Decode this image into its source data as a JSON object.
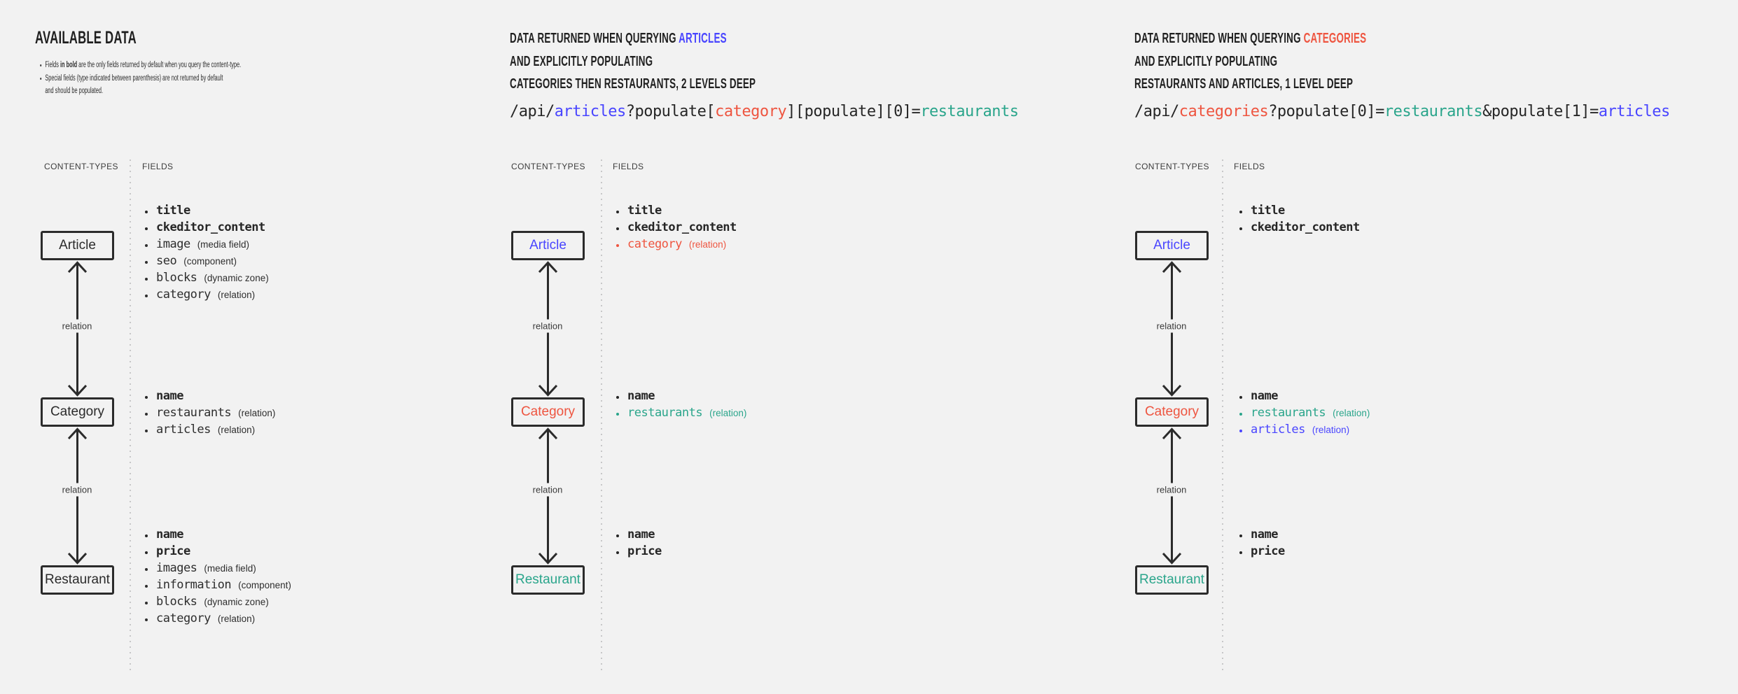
{
  "background": "#f2f2f2",
  "notes_panel": {
    "title": "AVAILABLE DATA",
    "note1_pre": "Fields ",
    "note1_bold": "in bold",
    "note1_post": " are the only fields returned by default when you query the content-type.",
    "note2_line1": "Special fields (type indicated between parenthesis) are not returned by default",
    "note2_line2": "and should be populated."
  },
  "panels": [
    {
      "heading": {
        "line1_pre": "DATA RETURNED WHEN QUERYING ",
        "line1_highlight": "ARTICLES",
        "line1_highlight_color": "#4945ff",
        "line2": "AND EXPLICITLY POPULATING",
        "line3": "CATEGORIES THEN RESTAURANTS, 2 LEVELS DEEP"
      },
      "code": [
        {
          "text": "/api/",
          "color": "#262626"
        },
        {
          "text": "articles",
          "color": "#4945ff"
        },
        {
          "text": "?populate[",
          "color": "#262626"
        },
        {
          "text": "category",
          "color": "#ee5540"
        },
        {
          "text": "][populate][0]=",
          "color": "#262626"
        },
        {
          "text": "restaurants",
          "color": "#2aa58b"
        }
      ]
    },
    {
      "heading": {
        "line1_pre": "DATA RETURNED WHEN QUERYING ",
        "line1_highlight": "CATEGORIES",
        "line1_highlight_color": "#ee5540",
        "line2": "AND EXPLICITLY POPULATING",
        "line3": "RESTAURANTS AND ARTICLES, 1 LEVEL DEEP"
      },
      "code": [
        {
          "text": "/api/",
          "color": "#262626"
        },
        {
          "text": "categories",
          "color": "#ee5540"
        },
        {
          "text": "?populate[0]=",
          "color": "#262626"
        },
        {
          "text": "restaurants",
          "color": "#2aa58b"
        },
        {
          "text": "&populate[1]=",
          "color": "#262626"
        },
        {
          "text": "articles",
          "color": "#4945ff"
        }
      ]
    }
  ],
  "diagrams": [
    {
      "content_types_label": "CONTENT-TYPES",
      "fields_label": "FIELDS",
      "relation_labels": [
        "relation",
        "relation"
      ],
      "nodes": [
        {
          "label": "Article",
          "color": "#2b2b2b",
          "fields": [
            {
              "name": "title",
              "type": "",
              "color": "#262626",
              "weight": "700"
            },
            {
              "name": "ckeditor_content",
              "type": "",
              "color": "#262626",
              "weight": "700"
            },
            {
              "name": "image",
              "type": "(media field)",
              "color": "#2e2e2e",
              "weight": "400"
            },
            {
              "name": "seo",
              "type": "(component)",
              "color": "#2e2e2e",
              "weight": "400"
            },
            {
              "name": "blocks",
              "type": "(dynamic zone)",
              "color": "#2e2e2e",
              "weight": "400"
            },
            {
              "name": "category",
              "type": "(relation)",
              "color": "#2e2e2e",
              "weight": "400"
            }
          ]
        },
        {
          "label": "Category",
          "color": "#2b2b2b",
          "fields": [
            {
              "name": "name",
              "type": "",
              "color": "#262626",
              "weight": "700"
            },
            {
              "name": "restaurants",
              "type": "(relation)",
              "color": "#2e2e2e",
              "weight": "400"
            },
            {
              "name": "articles",
              "type": "(relation)",
              "color": "#2e2e2e",
              "weight": "400"
            }
          ]
        },
        {
          "label": "Restaurant",
          "color": "#2b2b2b",
          "fields": [
            {
              "name": "name",
              "type": "",
              "color": "#262626",
              "weight": "700"
            },
            {
              "name": "price",
              "type": "",
              "color": "#262626",
              "weight": "700"
            },
            {
              "name": "images",
              "type": "(media field)",
              "color": "#2e2e2e",
              "weight": "400"
            },
            {
              "name": "information",
              "type": "(component)",
              "color": "#2e2e2e",
              "weight": "400"
            },
            {
              "name": "blocks",
              "type": "(dynamic zone)",
              "color": "#2e2e2e",
              "weight": "400"
            },
            {
              "name": "category",
              "type": "(relation)",
              "color": "#2e2e2e",
              "weight": "400"
            }
          ]
        }
      ]
    },
    {
      "content_types_label": "CONTENT-TYPES",
      "fields_label": "FIELDS",
      "relation_labels": [
        "relation",
        "relation"
      ],
      "nodes": [
        {
          "label": "Article",
          "color": "#4945ff",
          "fields": [
            {
              "name": "title",
              "type": "",
              "color": "#262626",
              "weight": "700"
            },
            {
              "name": "ckeditor_content",
              "type": "",
              "color": "#262626",
              "weight": "700"
            },
            {
              "name": "category",
              "type": "(relation)",
              "color": "#ee5540",
              "weight": "400"
            }
          ]
        },
        {
          "label": "Category",
          "color": "#ee5540",
          "fields": [
            {
              "name": "name",
              "type": "",
              "color": "#262626",
              "weight": "700"
            },
            {
              "name": "restaurants",
              "type": "(relation)",
              "color": "#2aa58b",
              "weight": "400"
            }
          ]
        },
        {
          "label": "Restaurant",
          "color": "#2aa58b",
          "fields": [
            {
              "name": "name",
              "type": "",
              "color": "#262626",
              "weight": "700"
            },
            {
              "name": "price",
              "type": "",
              "color": "#262626",
              "weight": "700"
            }
          ]
        }
      ]
    },
    {
      "content_types_label": "CONTENT-TYPES",
      "fields_label": "FIELDS",
      "relation_labels": [
        "relation",
        "relation"
      ],
      "nodes": [
        {
          "label": "Article",
          "color": "#4945ff",
          "fields": [
            {
              "name": "title",
              "type": "",
              "color": "#262626",
              "weight": "700"
            },
            {
              "name": "ckeditor_content",
              "type": "",
              "color": "#262626",
              "weight": "700"
            }
          ]
        },
        {
          "label": "Category",
          "color": "#ee5540",
          "fields": [
            {
              "name": "name",
              "type": "",
              "color": "#262626",
              "weight": "700"
            },
            {
              "name": "restaurants",
              "type": "(relation)",
              "color": "#2aa58b",
              "weight": "400"
            },
            {
              "name": "articles",
              "type": "(relation)",
              "color": "#4945ff",
              "weight": "400"
            }
          ]
        },
        {
          "label": "Restaurant",
          "color": "#2aa58b",
          "fields": [
            {
              "name": "name",
              "type": "",
              "color": "#262626",
              "weight": "700"
            },
            {
              "name": "price",
              "type": "",
              "color": "#262626",
              "weight": "700"
            }
          ]
        }
      ]
    }
  ]
}
